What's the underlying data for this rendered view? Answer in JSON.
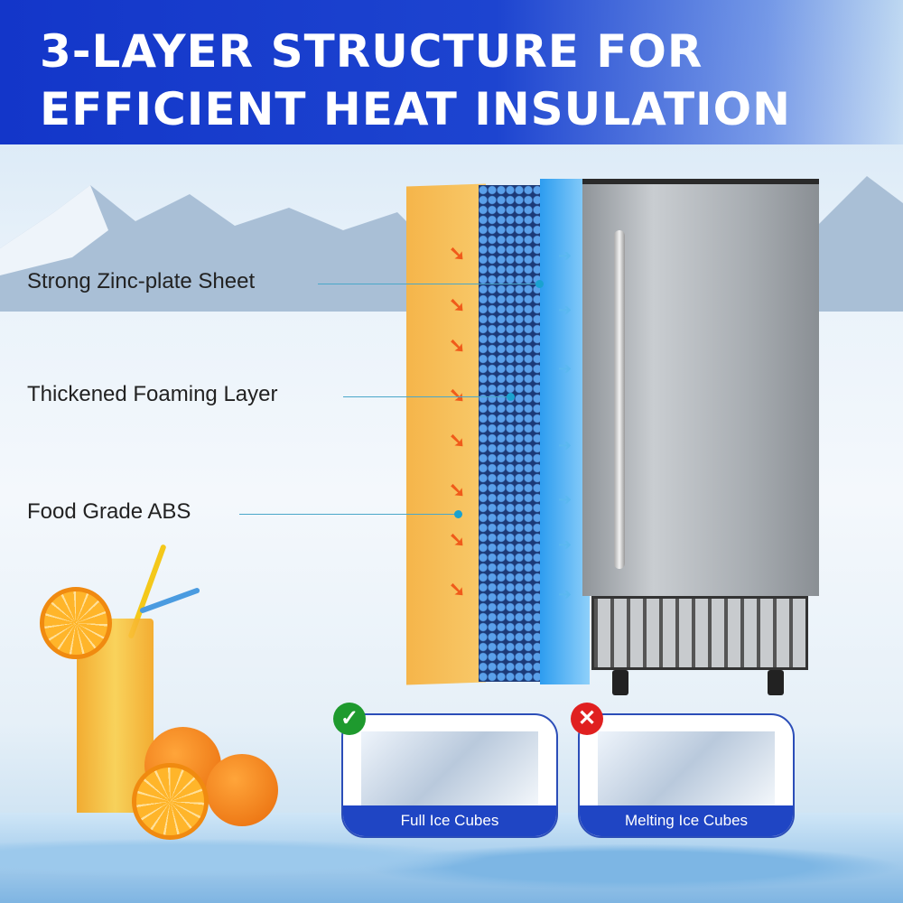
{
  "header": {
    "line1": "3-LAYER STRUCTURE FOR",
    "line2": "EFFICIENT HEAT INSULATION"
  },
  "layers": [
    {
      "label": "Strong Zinc-plate Sheet"
    },
    {
      "label": "Thickened Foaming Layer"
    },
    {
      "label": "Food Grade ABS"
    }
  ],
  "comparison": [
    {
      "caption": "Full Ice Cubes",
      "status": "check-icon",
      "color": "#1e9a2e"
    },
    {
      "caption": "Melting Ice Cubes",
      "status": "cross-icon",
      "color": "#e02020"
    }
  ],
  "colors": {
    "banner": "#1336c9",
    "caption_bg": "#1f45c4"
  }
}
